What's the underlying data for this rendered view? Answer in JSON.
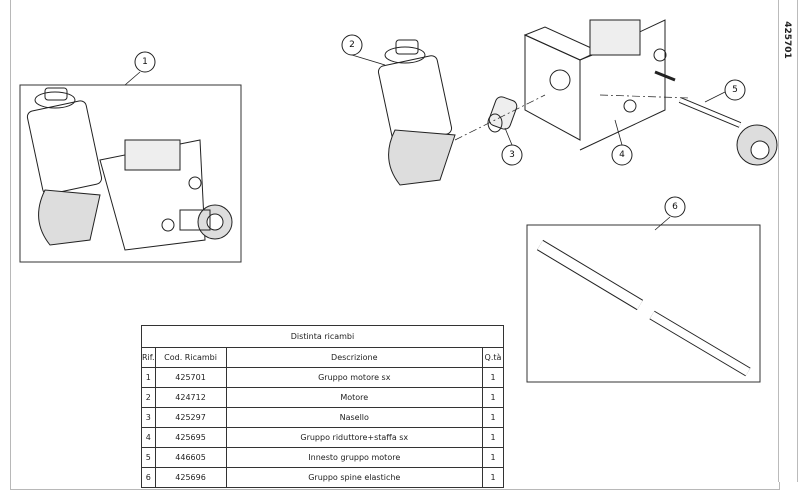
{
  "drawing_number": "425701",
  "balloons": [
    "1",
    "2",
    "3",
    "4",
    "5",
    "6"
  ],
  "table": {
    "title": "Distinta ricambi",
    "headers": [
      "Rif.",
      "Cod. Ricambi",
      "Descrizione",
      "Q.tà"
    ],
    "rows": [
      [
        "1",
        "425701",
        "Gruppo motore sx",
        "1"
      ],
      [
        "2",
        "424712",
        "Motore",
        "1"
      ],
      [
        "3",
        "425297",
        "Nasello",
        "1"
      ],
      [
        "4",
        "425695",
        "Gruppo riduttore+staffa sx",
        "1"
      ],
      [
        "5",
        "446605",
        "Innesto gruppo motore",
        "1"
      ],
      [
        "6",
        "425696",
        "Gruppo spine elastiche",
        "1"
      ]
    ]
  }
}
